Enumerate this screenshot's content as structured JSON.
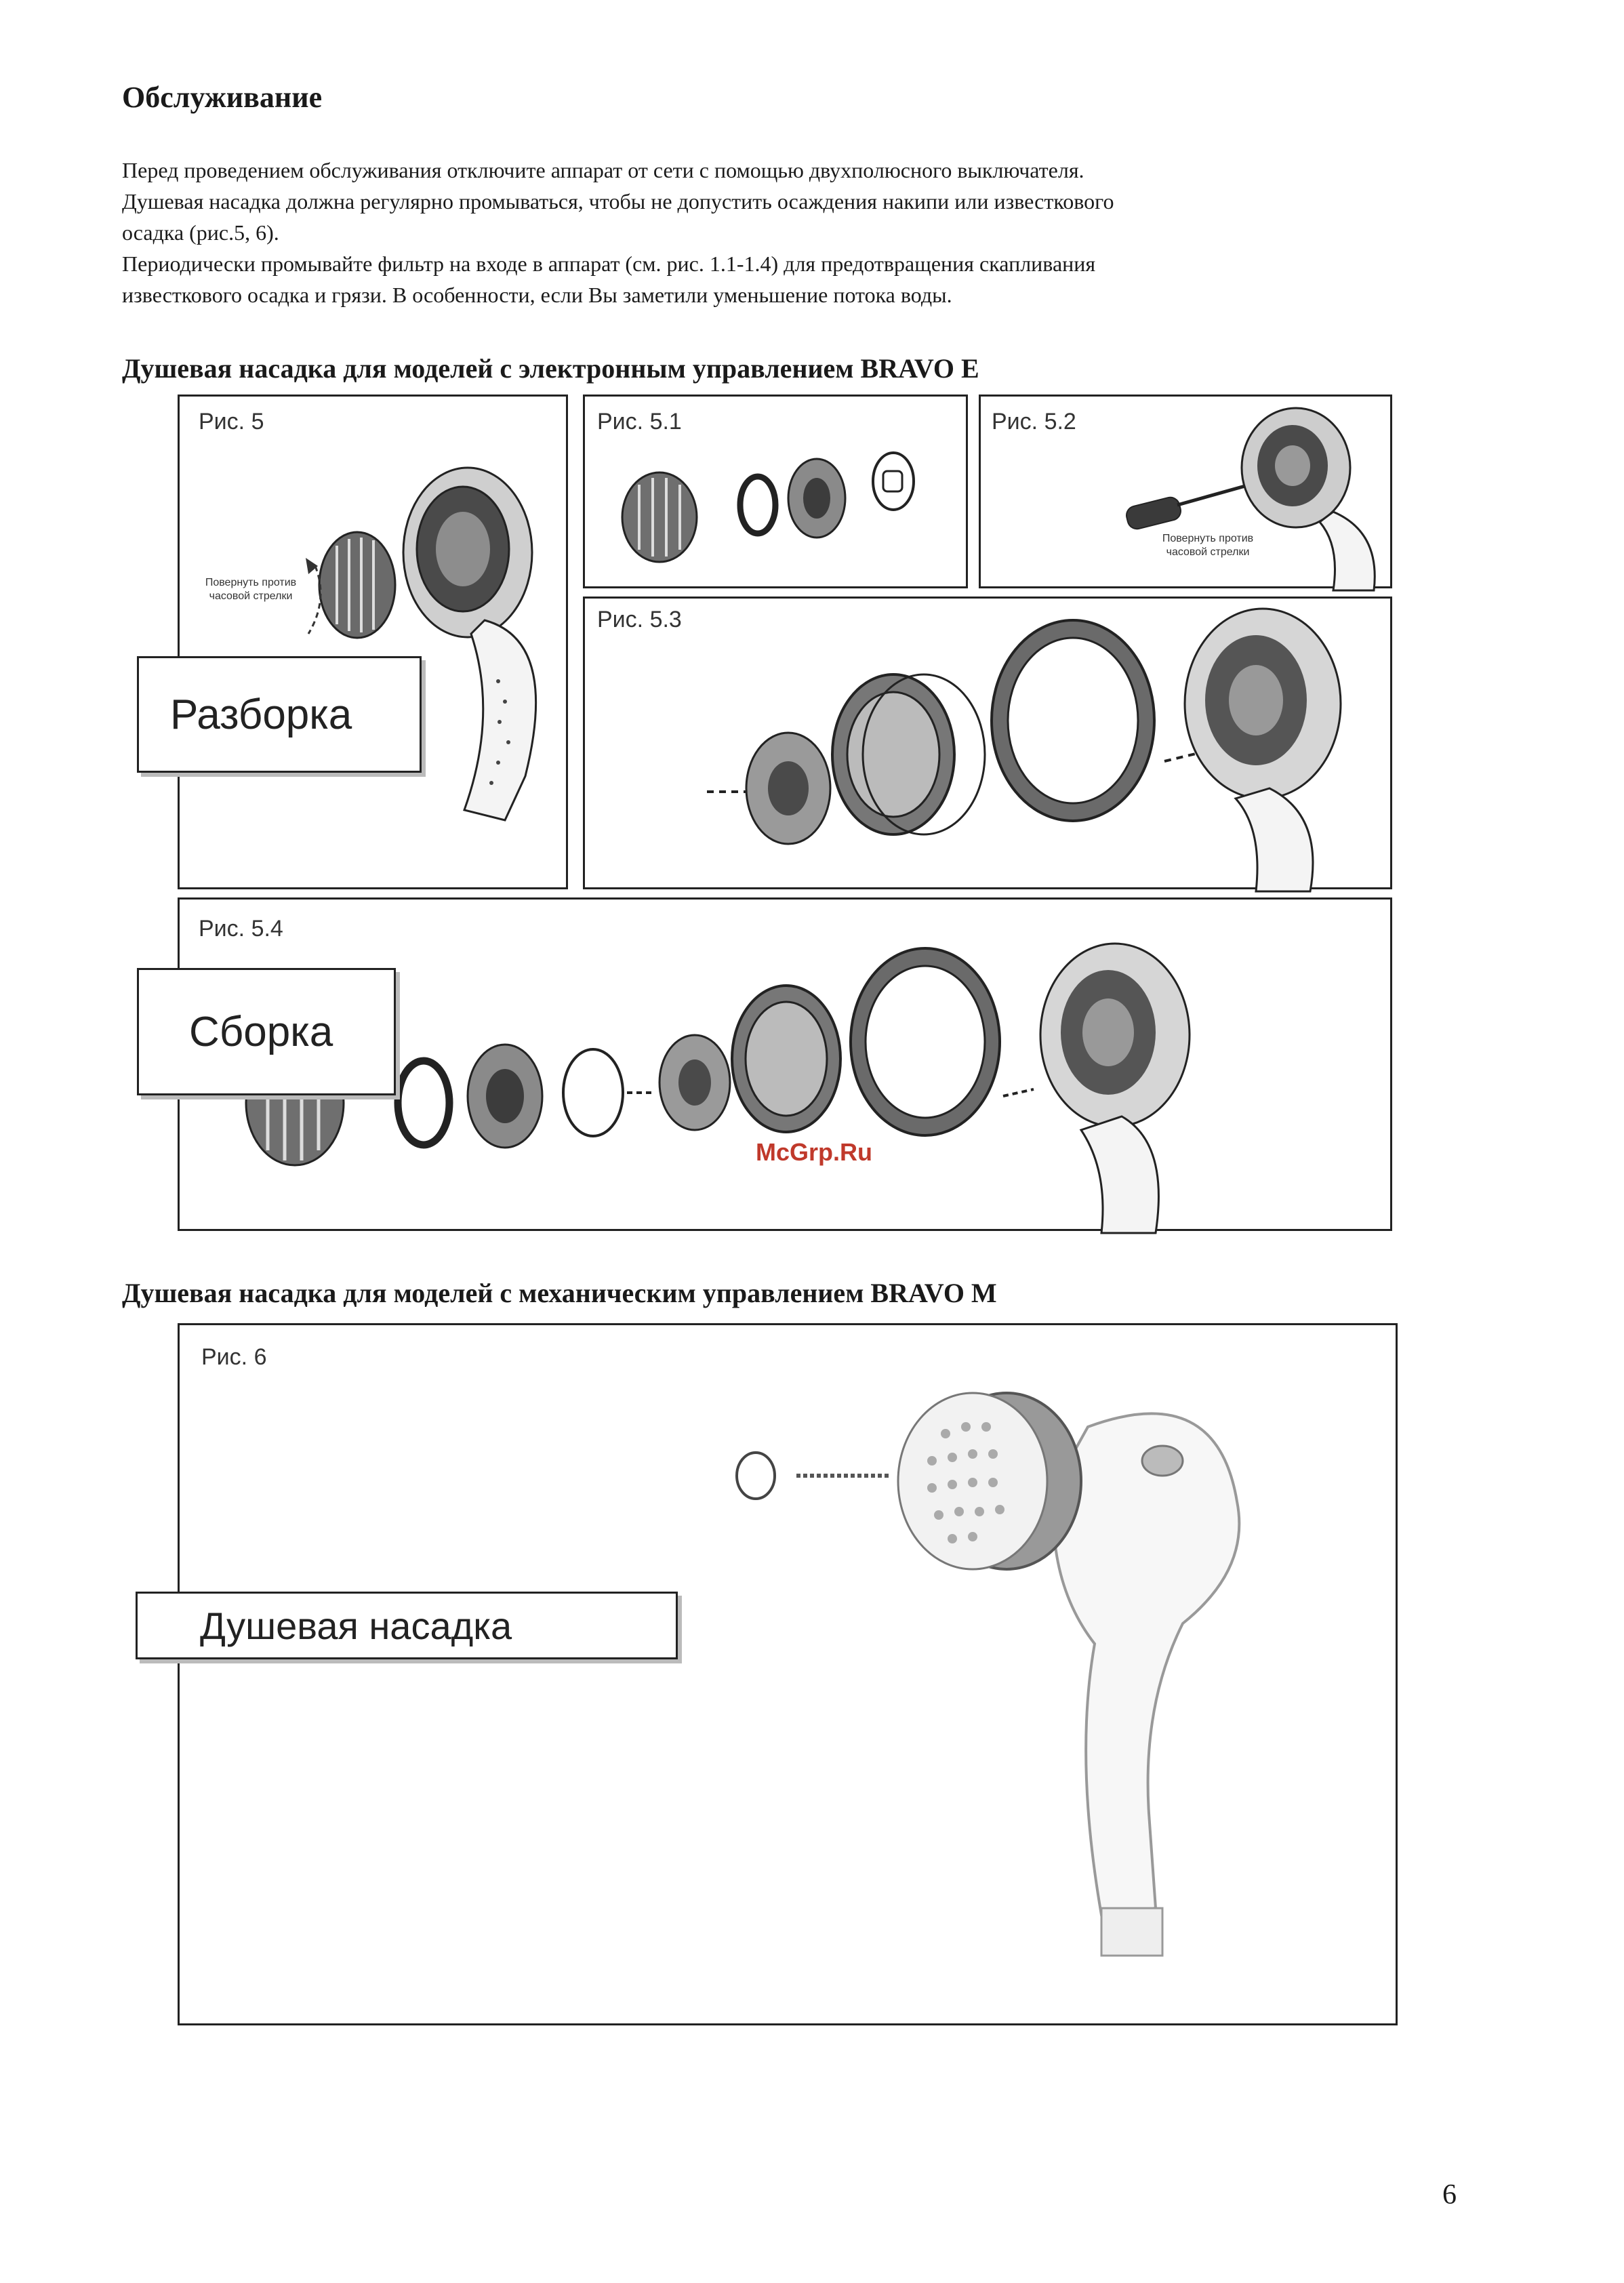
{
  "heading": "Обслуживание",
  "paragraphs": [
    "Перед проведением обслуживания отключите аппарат от сети с помощью двухполюсного выключателя.",
    "Душевая насадка должна регулярно промываться, чтобы не допустить осаждения накипи или известкового",
    "осадка (рис.5, 6).",
    "Периодически промывайте фильтр на входе в аппарат (см. рис. 1.1-1.4) для предотвращения скапливания",
    "известкового осадка и грязи. В особенности, если Вы заметили уменьшение потока воды."
  ],
  "section_e": {
    "title": "Душевая насадка для моделей с электронным управлением BRAVO E",
    "fig5": {
      "caption": "Рис. 5",
      "note_line1": "Повернуть против",
      "note_line2": "часовой стрелки"
    },
    "fig5_1": {
      "caption": "Рис. 5.1"
    },
    "fig5_2": {
      "caption": "Рис. 5.2",
      "note_line1": "Повернуть против",
      "note_line2": "часовой стрелки"
    },
    "fig5_3": {
      "caption": "Рис. 5.3"
    },
    "fig5_4": {
      "caption": "Рис. 5.4"
    },
    "label_disassembly": "Разборка",
    "label_assembly": "Сборка"
  },
  "section_m": {
    "title": "Душевая насадка для моделей с механическим управлением BRAVO M",
    "fig6": {
      "caption": "Рис. 6"
    },
    "label_head": "Душевая насадка"
  },
  "watermark": "McGrp.Ru",
  "page_number": "6"
}
